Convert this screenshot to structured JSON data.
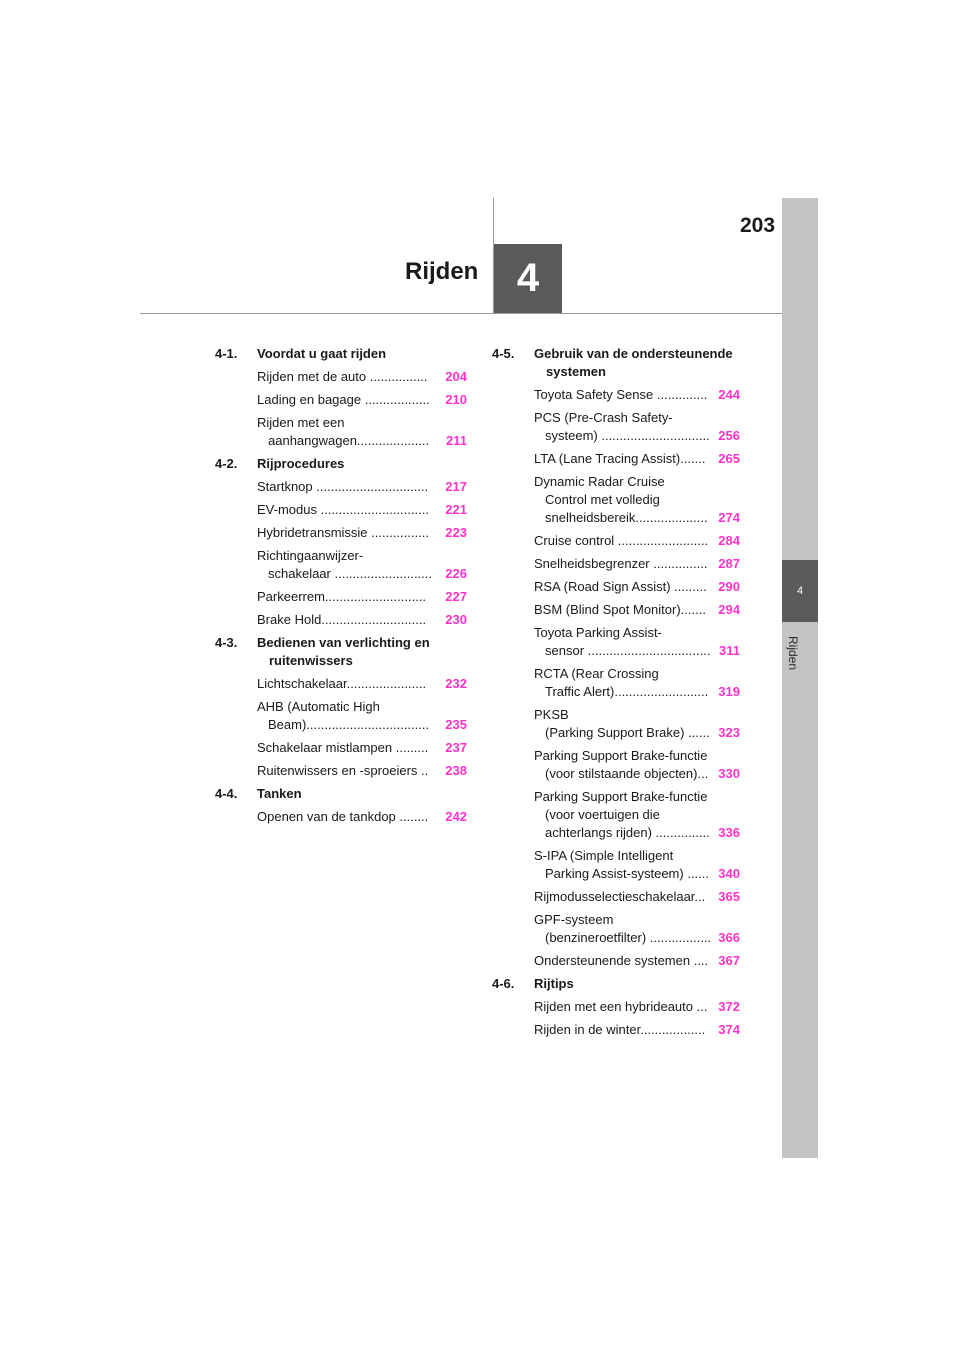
{
  "page_number": "203",
  "chapter": {
    "number": "4",
    "title": "Rijden"
  },
  "side_tab": {
    "number": "4",
    "label": "Rijden"
  },
  "toc_left": [
    {
      "num": "4-1.",
      "title": "Voordat u gaat rijden",
      "entries": [
        {
          "text": "Rijden met de auto ................",
          "page": "204"
        },
        {
          "text": "Lading en bagage ..................",
          "page": "210"
        },
        {
          "text": "Rijden met een\naanhangwagen....................",
          "page": "211"
        }
      ]
    },
    {
      "num": "4-2.",
      "title": "Rijprocedures",
      "entries": [
        {
          "text": "Startknop ...............................",
          "page": "217"
        },
        {
          "text": "EV-modus ..............................",
          "page": "221"
        },
        {
          "text": "Hybridetransmissie ................",
          "page": "223"
        },
        {
          "text": "Richtingaanwijzer-\nschakelaar ...........................",
          "page": "226"
        },
        {
          "text": "Parkeerrem............................",
          "page": "227"
        },
        {
          "text": "Brake Hold.............................",
          "page": "230"
        }
      ]
    },
    {
      "num": "4-3.",
      "title": "Bedienen van verlichting en ruitenwissers",
      "entries": [
        {
          "text": "Lichtschakelaar......................",
          "page": "232"
        },
        {
          "text": "AHB (Automatic High\nBeam)..................................",
          "page": "235"
        },
        {
          "text": "Schakelaar mistlampen .........",
          "page": "237"
        },
        {
          "text": "Ruitenwissers en -sproeiers ..",
          "page": "238"
        }
      ]
    },
    {
      "num": "4-4.",
      "title": "Tanken",
      "entries": [
        {
          "text": "Openen van de tankdop ........",
          "page": "242"
        }
      ]
    }
  ],
  "toc_right": [
    {
      "num": "4-5.",
      "title": "Gebruik van de ondersteunende systemen",
      "entries": [
        {
          "text": "Toyota Safety Sense ..............",
          "page": "244"
        },
        {
          "text": "PCS (Pre-Crash Safety-\nsysteem) ..............................",
          "page": "256"
        },
        {
          "text": "LTA (Lane Tracing Assist).......",
          "page": "265"
        },
        {
          "text": "Dynamic Radar Cruise\nControl met volledig\nsnelheidsbereik....................",
          "page": "274"
        },
        {
          "text": "Cruise control .........................",
          "page": "284"
        },
        {
          "text": "Snelheidsbegrenzer ...............",
          "page": "287"
        },
        {
          "text": "RSA (Road Sign Assist) .........",
          "page": "290"
        },
        {
          "text": "BSM (Blind Spot Monitor).......",
          "page": "294"
        },
        {
          "text": "Toyota Parking Assist-\nsensor ..................................",
          "page": "311"
        },
        {
          "text": "RCTA (Rear Crossing\nTraffic Alert)..........................",
          "page": "319"
        },
        {
          "text": "PKSB\n(Parking Support Brake) ......",
          "page": "323"
        },
        {
          "text": "Parking Support Brake-functie\n(voor stilstaande objecten)...",
          "page": "330"
        },
        {
          "text": "Parking Support Brake-functie\n(voor voertuigen die\nachterlangs rijden) ...............",
          "page": "336"
        },
        {
          "text": "S-IPA (Simple Intelligent\nParking Assist-systeem) ......",
          "page": "340"
        },
        {
          "text": "Rijmodusselectieschakelaar...",
          "page": "365"
        },
        {
          "text": "GPF-systeem\n(benzineroetfilter) .................",
          "page": "366"
        },
        {
          "text": "Ondersteunende systemen ....",
          "page": "367"
        }
      ]
    },
    {
      "num": "4-6.",
      "title": "Rijtips",
      "entries": [
        {
          "text": "Rijden met een hybrideauto ...",
          "page": "372"
        },
        {
          "text": "Rijden in de winter..................",
          "page": "374"
        }
      ]
    }
  ]
}
